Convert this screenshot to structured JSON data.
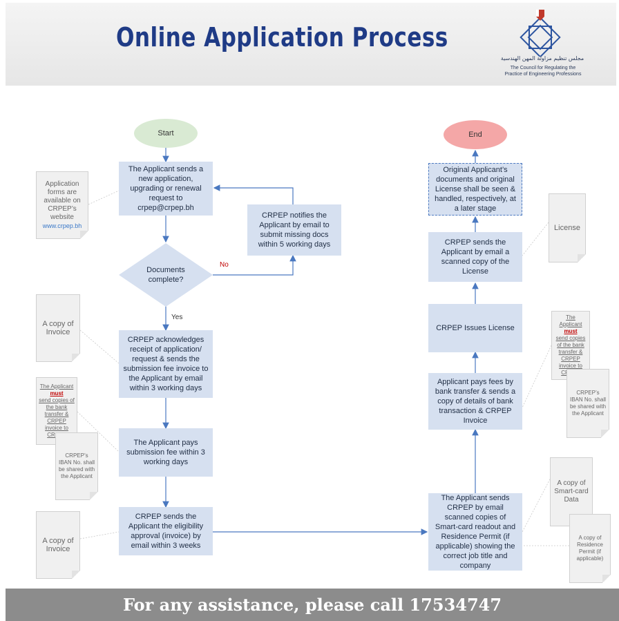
{
  "header": {
    "title": "Online Application Process",
    "org_ar": "مجلس تنظيم مزاولة المهن الهندسية",
    "org_en_line1": "The Council for Regulating the",
    "org_en_line2": "Practice of Engineering Professions"
  },
  "flow": {
    "start": "Start",
    "end": "End",
    "step1": "The Applicant sends a new application, upgrading or renewal request to crpep@crpep.bh",
    "decision": "Documents complete?",
    "notify": "CRPEP notifies the Applicant by email to submit missing docs within 5 working days",
    "no_label": "No",
    "yes_label": "Yes",
    "step2": "CRPEP acknowledges receipt of application/ request & sends the submission fee invoice to the Applicant by email within 3 working days",
    "step3": "The Applicant pays submission fee within 3 working days",
    "step4": "CRPEP sends the Applicant the eligibility approval (invoice) by email within 3 weeks",
    "step5": "The Applicant sends CRPEP by email scanned copies of Smart-card readout and Residence Permit (if applicable) showing the correct job title and company",
    "step6": "Applicant pays fees by bank transfer & sends a copy of details of bank transaction & CRPEP Invoice",
    "step7": "CRPEP Issues License",
    "step8": "CRPEP sends the Applicant by email a scanned copy of the License",
    "step9": "Original Applicant’s documents and original License shall be seen & handled, respectively, at a later stage"
  },
  "notes": {
    "app_forms": "Application forms are available on CRPEP’s website",
    "app_forms_link": "www.crpep.bh",
    "invoice1": "A copy of Invoice",
    "must_left_pre": "The Applicant",
    "must_word": "must",
    "must_left_post": "send copies of the bank transfer & CRPEP invoice to CRPEP",
    "iban_left": "CRPEP’s IBAN No. shall be shared with the Applicant",
    "invoice2": "A copy of Invoice",
    "license": "License",
    "must_right_pre": "The Applicant",
    "must_right_post": "send copies of the bank transfer & CRPEP invoice to CRPEP",
    "iban_right": "CRPEP’s IBAN No. shall be shared with the Applicant",
    "smartcard": "A copy of Smart-card Data",
    "residence": "A copy of Residence Permit (if applicable)"
  },
  "footer": {
    "text": "For any assistance, please call 17534747"
  },
  "colors": {
    "title": "#1f3b86",
    "process": "#d6e0f0",
    "start": "#d9ead3",
    "end": "#f4a7a7",
    "arrow": "#4a78c0",
    "no_label": "#c00000"
  }
}
